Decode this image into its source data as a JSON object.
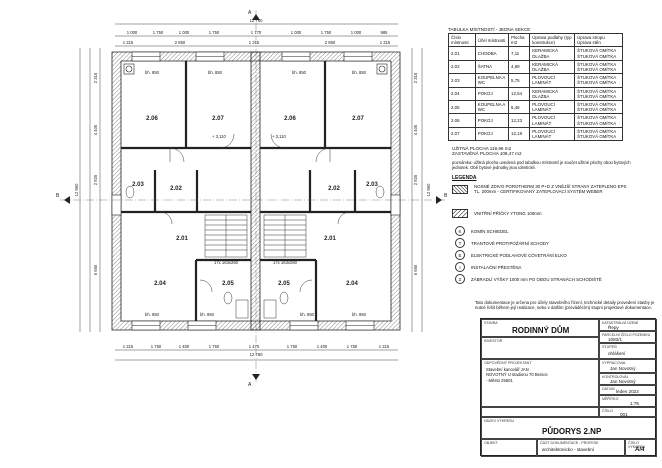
{
  "room_table": {
    "title": "TABULKA MÍSTNOSTÍ - JEDNA SEKCE",
    "headers": [
      "Číslo místnosti",
      "Účel místnosti",
      "Plocha m2",
      "Úprava podlahy (typ konstrukce)",
      "Úprava stropu Úprava stěn"
    ],
    "rows": [
      [
        "2.01",
        "CHODBA",
        "7,11",
        "KERAMICKÁ DLAŽBA",
        "ŠTUKOVÁ OMÍTKA ŠTUKOVÁ OMÍTKA"
      ],
      [
        "2.02",
        "ŠATNA",
        "4,69",
        "KERAMICKÁ DLAŽBA",
        "ŠTUKOVÁ OMÍTKA ŠTUKOVÁ OMÍTKA"
      ],
      [
        "2.03",
        "KOUPELNA A WC",
        "5,75",
        "PLOVOUCÍ LAMINÁT",
        "ŠTUKOVÁ OMÍTKA ŠTUKOVÁ OMÍTKA"
      ],
      [
        "2.04",
        "POKOJ",
        "12,54",
        "KERAMICKÁ DLAŽBA",
        "ŠTUKOVÁ OMÍTKA ŠTUKOVÁ OMÍTKA"
      ],
      [
        "2.05",
        "KOUPELNA A WC",
        "5,46",
        "PLOVOUCÍ LAMINÁT",
        "ŠTUKOVÁ OMÍTKA ŠTUKOVÁ OMÍTKA"
      ],
      [
        "2.06",
        "POKOJ",
        "12,23",
        "PLOVOUCÍ LAMINÁT",
        "ŠTUKOVÁ OMÍTKA ŠTUKOVÁ OMÍTKA"
      ],
      [
        "2.07",
        "POKOJ",
        "12,19",
        "PLOVOUCÍ LAMINÁT",
        "ŠTUKOVÁ OMÍTKA ŠTUKOVÁ OMÍTKA"
      ]
    ]
  },
  "areas": {
    "usable": "UŽITNÁ PLOCHA 119,96 m2",
    "built": "ZASTAVĚNÁ PLOCHA 108,47 m2",
    "note": "poznámka: užitná plocha uvedená pod tabulkou místností je součet užitné plochy obou bytových jednotek. Obě bytové jednotky jsou identické."
  },
  "legend": {
    "title": "LEGENDA",
    "items": [
      {
        "text": "NOSNÉ ZDIVO POROTHERM 30 P+D Z VNĚJŠÍ STRANY ZATEPLENO EPS TL. 200mm - CERTIFIKOVANÝ ZATEPLOVACÍ SYSTÉM WEBER",
        "kind": "hatch"
      },
      {
        "text": "VNITŘNÍ PŘÍČKY YTONG 100mm",
        "kind": "hatch"
      },
      {
        "text": "KOMÍN SCHIEDEL",
        "symbol": "K"
      },
      {
        "text": "TRANTOVÉ PROTIPOŽÁRNÍ SCHODY",
        "symbol": "T"
      },
      {
        "text": "ELEKTRICKÉ PODLAHOVÉ CÓVETRÁNÍ ELKO",
        "symbol": "E"
      },
      {
        "text": "INSTALAČNÍ PŘESTĚNA",
        "symbol": "I"
      },
      {
        "text": "ZÁBRADLÍ VÝŠKY 1000 mm PO OBOU STRANÁCH SCHODIŠTĚ",
        "symbol": "Z"
      }
    ]
  },
  "disclaimer": "Tato dokumentace je určena pro účely stavebního řízení, technické detaily provedení stavby je nutné řešit během její realizace, nebo v dalším (prováděcím) stupni projektové dokumentace.",
  "title_block": {
    "stavba_label": "STAVBA",
    "stavba": "RODINNÝ DŮM",
    "investor_label": "INVESTOR",
    "zpracoval_label": "VYPRACOVAL",
    "zpracoval": "Jan Novotný",
    "obec_label": "KATASTRÁLNÍ ÚZEMÍ",
    "obec": "Řepy",
    "parcela_label": "PARCELNÍ ČÍSLO POZEMKU",
    "parcela": "1083/1",
    "stupen_label": "STUPEŇ",
    "stupen": "ohlášení",
    "projektant_label": "ODPOVĚDNÝ PROJEKTANT",
    "projektant": "Stavební kancelář JAN NOVOTNÝ U stadionu 70 Benice - Město 25601",
    "kontroloval_label": "KONTROLOVAL",
    "kontroloval": "Jan Novotný",
    "datum_label": "DATUM",
    "datum": "leden 2023",
    "meritko_label": "MĚŘÍTKO",
    "meritko": "1:75",
    "cislo_label": "ČÍSLO",
    "cislo": "001",
    "nazev_label": "NÁZEV VÝKRESU",
    "nazev": "PŮDORYS 2.NP",
    "objekt_label": "OBJEKT",
    "cast_label": "ČÁST DOKUMENTACE - PROFESE",
    "cast": "architektonicko - stavební",
    "format_label": "ČÍSLO VÝKRESU",
    "format": "A/4"
  },
  "plan": {
    "overall_width": "12 760",
    "overall_depth": "12 950",
    "section_mark": "A",
    "section_mark_b": "B",
    "rooms": [
      {
        "id": "2.06"
      },
      {
        "id": "2.07"
      },
      {
        "id": "2.06"
      },
      {
        "id": "2.07"
      },
      {
        "id": "2.03"
      },
      {
        "id": "2.02"
      },
      {
        "id": "2.02"
      },
      {
        "id": "2.03"
      },
      {
        "id": "2.01"
      },
      {
        "id": "2.01"
      },
      {
        "id": "2.04"
      },
      {
        "id": "2.05"
      },
      {
        "id": "2.05"
      },
      {
        "id": "2.04"
      }
    ],
    "top_dims": [
      "1 000",
      "1 750",
      "1 000",
      "1 750",
      "1 770",
      "1 000",
      "1 750",
      "1 000",
      "985"
    ],
    "top_dims2": [
      "1 315",
      "2 850",
      "1 315",
      "2 850",
      "1 315"
    ],
    "bottom_dims": [
      "1 315",
      "1 750",
      "1 400",
      "1 750",
      "1 470",
      "1 750",
      "1 400",
      "1 750",
      "1 315"
    ],
    "left_dims": [
      "2 315",
      "4 405",
      "2 925",
      "5 665"
    ],
    "stairs_label": "17x 163x260",
    "level1": "+ 3,110",
    "level2": "+ 3,110",
    "sill": "bh. 850"
  }
}
